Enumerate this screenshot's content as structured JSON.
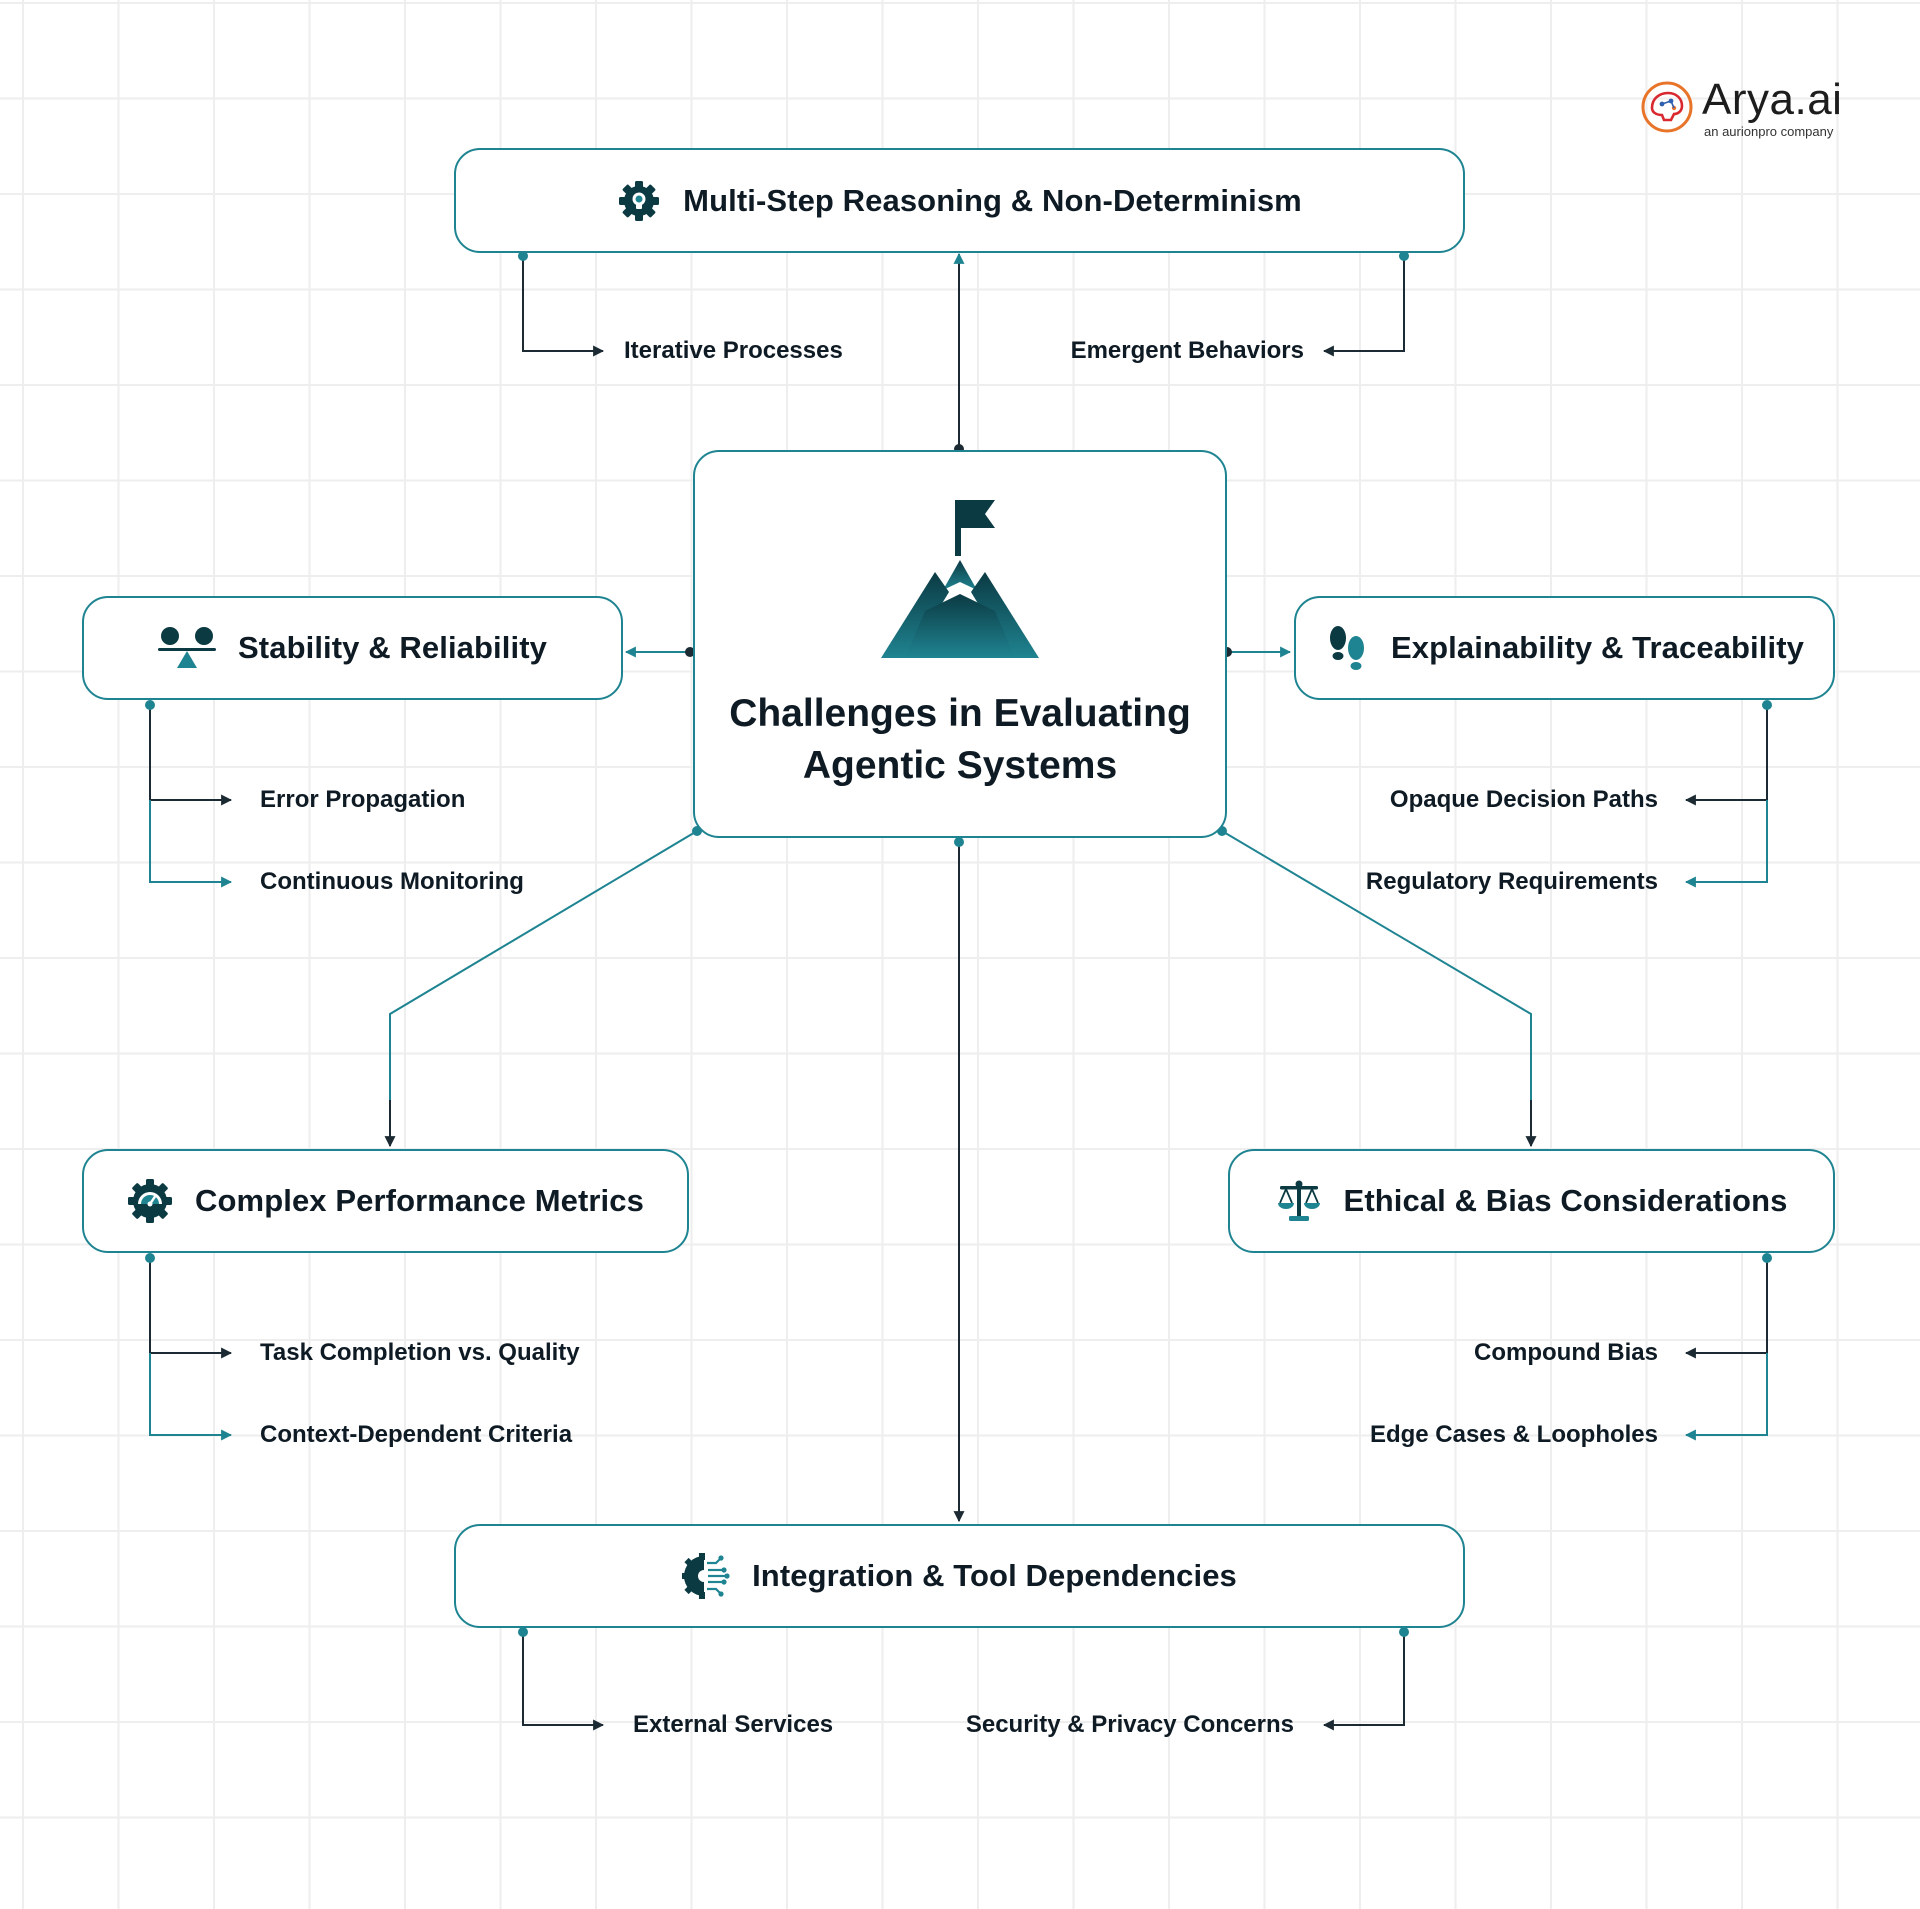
{
  "logo": {
    "name": "Arya.ai",
    "tagline": "an aurionpro company",
    "icon": "arya-brain-logo-icon"
  },
  "colors": {
    "teal": "#1f8491",
    "dark": "#0b3a43",
    "line": "#1f8491",
    "arrowDark": "#1c2b33"
  },
  "center": {
    "title_line1": "Challenges in Evaluating",
    "title_line2": "Agentic Systems",
    "icon": "mountain-flag-icon"
  },
  "nodes": {
    "multi_step": {
      "title": "Multi-Step Reasoning & Non-Determinism",
      "icon": "gear-bulb-icon",
      "children": [
        "Iterative Processes",
        "Emergent Behaviors"
      ]
    },
    "stability": {
      "title": "Stability & Reliability",
      "icon": "balance-icon",
      "children": [
        "Error Propagation",
        "Continuous Monitoring"
      ]
    },
    "explainability": {
      "title": "Explainability & Traceability",
      "icon": "footprints-icon",
      "children": [
        "Opaque Decision Paths",
        "Regulatory Requirements"
      ]
    },
    "performance": {
      "title": "Complex Performance Metrics",
      "icon": "gauge-gear-icon",
      "children": [
        "Task Completion vs. Quality",
        "Context-Dependent Criteria"
      ]
    },
    "ethical": {
      "title": "Ethical & Bias Considerations",
      "icon": "scales-icon",
      "children": [
        "Compound Bias",
        "Edge Cases & Loopholes"
      ]
    },
    "integration": {
      "title": "Integration & Tool Dependencies",
      "icon": "gear-circuit-icon",
      "children": [
        "External Services",
        "Security & Privacy Concerns"
      ]
    }
  }
}
